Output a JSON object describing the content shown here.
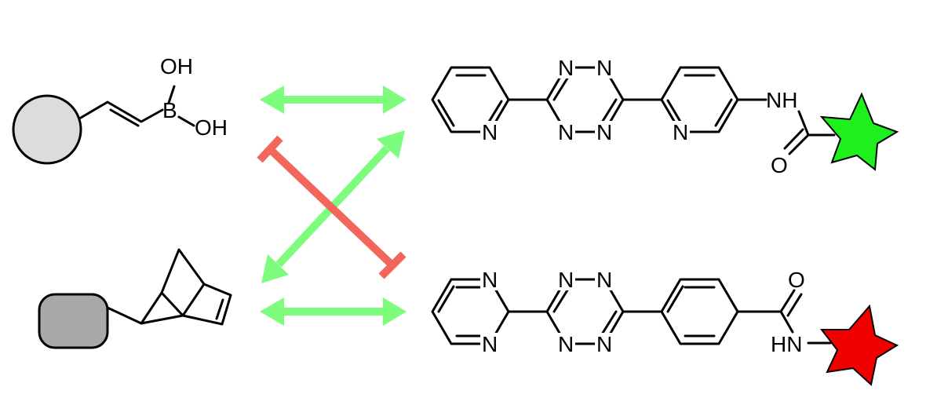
{
  "colors": {
    "compatible_arrow": "#7dfc7d",
    "blocked_bar": "#f2665c",
    "probe_green": "#1ef01e",
    "probe_red": "#f20000",
    "bead_light": "#dcdcdc",
    "bead_dark": "#a9a9a9"
  },
  "molecules": {
    "boronic_acid": {
      "oh_top": "OH",
      "b": "B",
      "oh_right": "OH"
    },
    "norbornene": {},
    "tetrazine_top": {
      "n1": "N",
      "n2": "N",
      "n3": "N",
      "n4": "N",
      "py_n_left": "N",
      "py_n_right": "N",
      "nh": "NH",
      "o": "O"
    },
    "tetrazine_bottom": {
      "n1": "N",
      "n2": "N",
      "n3": "N",
      "n4": "N",
      "pym_n_top": "N",
      "pym_n_bottom": "N",
      "o": "O",
      "hn": "HN"
    }
  },
  "relations": [
    {
      "from": "boronic_acid",
      "to": "tetrazine_top",
      "type": "compatible"
    },
    {
      "from": "norbornene",
      "to": "tetrazine_top",
      "type": "compatible"
    },
    {
      "from": "norbornene",
      "to": "tetrazine_bottom",
      "type": "compatible"
    },
    {
      "from": "boronic_acid",
      "to": "tetrazine_bottom",
      "type": "blocked"
    }
  ]
}
